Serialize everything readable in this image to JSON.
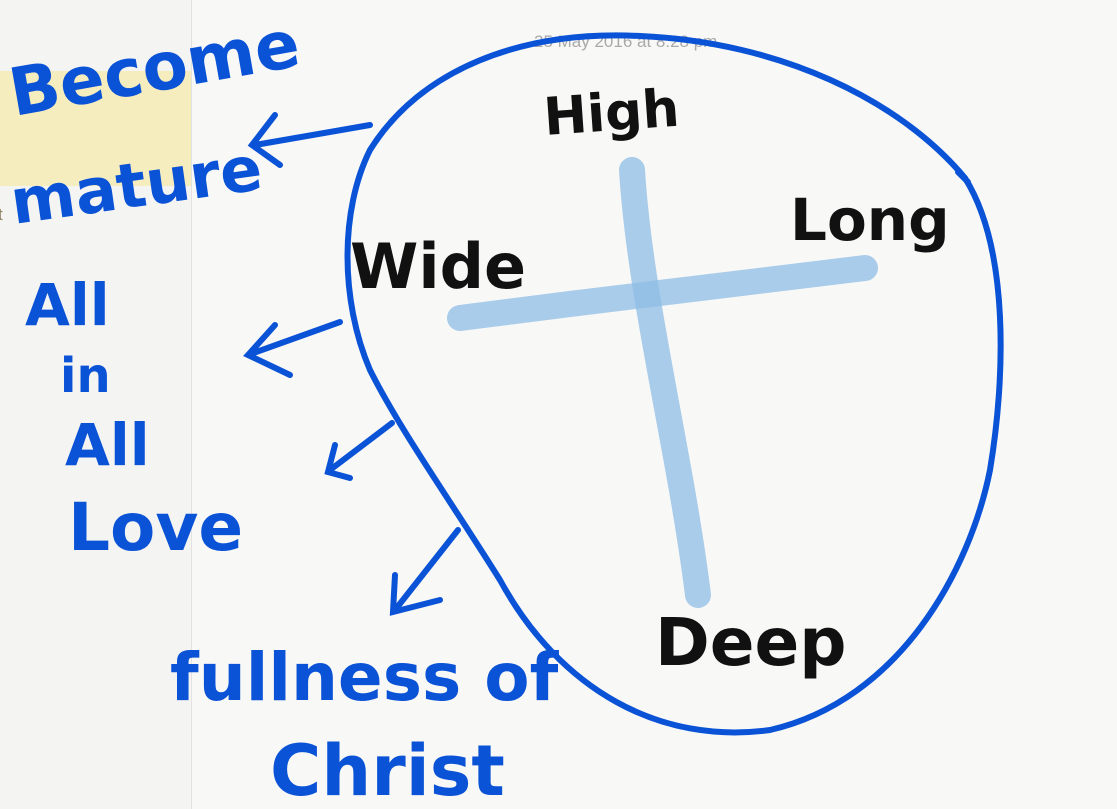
{
  "sidebar": {
    "selected_note_snippet": "t"
  },
  "note": {
    "timestamp": "25 May 2016 at 8:28 pm",
    "handwriting": {
      "become_mature": [
        "Become",
        "mature"
      ],
      "all_in_all": [
        "All",
        "in",
        "All"
      ],
      "love": "Love",
      "fullness": [
        "fullness of",
        "Christ"
      ],
      "high": "High",
      "wide": "Wide",
      "long": "Long",
      "deep": "Deep"
    }
  },
  "colors": {
    "ink_blue": "#0a52d6",
    "ink_black": "#111111",
    "highlighter": "#8fbde6",
    "selected_row": "#f6edbf"
  }
}
